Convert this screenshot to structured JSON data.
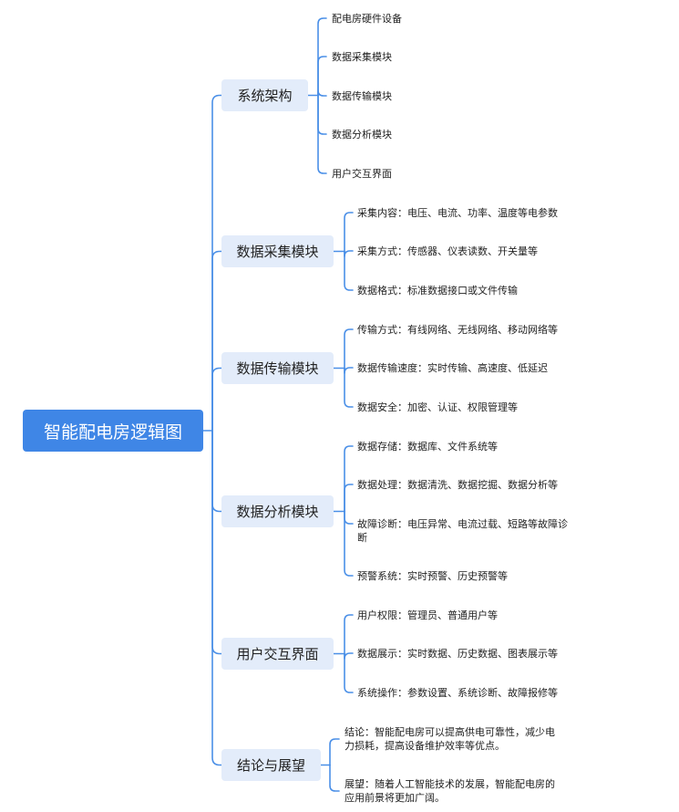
{
  "root": {
    "title": "智能配电房逻辑图"
  },
  "branches": [
    {
      "title": "系统架构",
      "items": [
        "配电房硬件设备",
        "数据采集模块",
        "数据传输模块",
        "数据分析模块",
        "用户交互界面"
      ]
    },
    {
      "title": "数据采集模块",
      "items": [
        "采集内容：电压、电流、功率、温度等电参数",
        "采集方式：传感器、仪表读数、开关量等",
        "数据格式：标准数据接口或文件传输"
      ]
    },
    {
      "title": "数据传输模块",
      "items": [
        "传输方式：有线网络、无线网络、移动网络等",
        "数据传输速度：实时传输、高速度、低延迟",
        "数据安全：加密、认证、权限管理等"
      ]
    },
    {
      "title": "数据分析模块",
      "items": [
        "数据存储：数据库、文件系统等",
        "数据处理：数据清洗、数据挖掘、数据分析等",
        "故障诊断：电压异常、电流过载、短路等故障诊断",
        "预警系统：实时预警、历史预警等"
      ]
    },
    {
      "title": "用户交互界面",
      "items": [
        "用户权限：管理员、普通用户等",
        "数据展示：实时数据、历史数据、图表展示等",
        "系统操作：参数设置、系统诊断、故障报修等"
      ]
    },
    {
      "title": "结论与展望",
      "items": [
        "结论：智能配电房可以提高供电可靠性，减少电力损耗，提高设备维护效率等优点。",
        "展望：随着人工智能技术的发展，智能配电房的应用前景将更加广阔。"
      ]
    }
  ],
  "colors": {
    "connector": "#4a8fe7",
    "root_bg": "#3f86e6",
    "branch_bg": "#e3ecfa",
    "text": "#222222"
  }
}
